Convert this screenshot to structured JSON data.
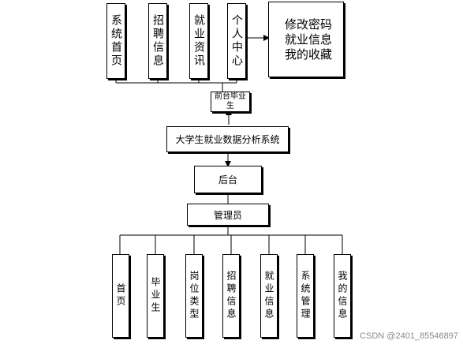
{
  "top_modules": [
    {
      "id": "home",
      "label": "系统首页"
    },
    {
      "id": "jobs",
      "label": "招聘信息"
    },
    {
      "id": "employment",
      "label": "就业资讯"
    },
    {
      "id": "personal",
      "label": "个人中心"
    }
  ],
  "personal_center_items": [
    "修改密码",
    "就业信息",
    "我的收藏"
  ],
  "frontend_node": "前台毕业生",
  "system_node": "大学生就业数据分析系统",
  "backend_node": "后台",
  "admin_node": "管理员",
  "admin_modules": [
    {
      "id": "home",
      "label": "首页"
    },
    {
      "id": "graduate",
      "label": "毕业生"
    },
    {
      "id": "position-type",
      "label": "岗位类型"
    },
    {
      "id": "jobs",
      "label": "招聘信息"
    },
    {
      "id": "employment",
      "label": "就业信息"
    },
    {
      "id": "system",
      "label": "系统管理"
    },
    {
      "id": "mine",
      "label": "我的信息"
    }
  ],
  "watermark": "CSDN @2401_85546897"
}
